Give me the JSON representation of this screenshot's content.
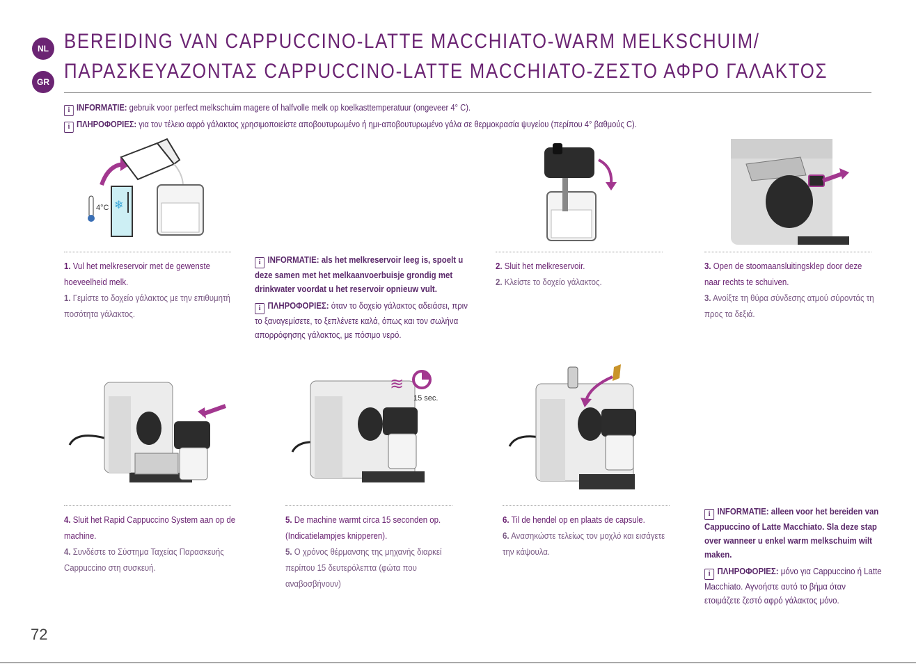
{
  "badges": {
    "nl": "NL",
    "gr": "GR"
  },
  "title": {
    "nl": "BEREIDING VAN CAPPUCCINO-LATTE MACCHIATO-WARM MELKSCHUIM/",
    "gr": "ΠΑΡΑΣΚΕΥΑΖΟΝΤΑΣ CAPPUCCINO-LATTE MACCHIATO-ΖΕΣΤΟ ΑΦΡΟ ΓΑΛΑΚΤΟΣ"
  },
  "info_icon": "i",
  "info_top": {
    "nl_label": "INFORMATIE:",
    "nl_text": " gebruik voor perfect melkschuim magere of halfvolle melk op koelkasttemperatuur (ongeveer 4° C).",
    "gr_label": "ΠΛΗΡΟΦΟΡΙΕΣ:",
    "gr_text": " για τον τέλειο αφρό γάλακτος χρησιμοποιείστε αποβουτυρωμένο ή ημι-αποβουτυρωμένο γάλα σε θερμοκρασία ψυγείου (περίπου 4° βαθμούς C)."
  },
  "illus_labels": {
    "temp": "4°C",
    "seconds": "15 sec."
  },
  "steps": [
    {
      "num_nl": "1.",
      "nl": " Vul het melkreservoir met de gewenste hoeveelheid melk.",
      "num_gr": "1.",
      "gr": " Γεμίστε το δοχείο γάλακτος με την επιθυμητή ποσότητα γάλακτος."
    },
    {
      "num_nl": "2.",
      "nl": " Sluit het melkreservoir.",
      "num_gr": "2.",
      "gr": " Κλείστε το δοχείο γάλακτος."
    },
    {
      "num_nl": "3.",
      "nl": " Open de stoomaansluitingsklep door deze naar rechts te schuiven.",
      "num_gr": "3.",
      "gr": " Ανοίξτε τη θύρα σύνδεσης ατμού σύροντάς τη προς τα δεξιά."
    },
    {
      "num_nl": "4.",
      "nl": " Sluit het Rapid Cappuccino System aan op de machine.",
      "num_gr": "4.",
      "gr": " Συνδέστε το Σύστημα Ταχείας Παρασκευής Cappuccino στη συσκευή."
    },
    {
      "num_nl": "5.",
      "nl": " De machine warmt circa 15 seconden op. (Indicatielampjes knipperen).",
      "num_gr": "5.",
      "gr": " Ο χρόνος θέρμανσης της μηχανής διαρκεί περίπου 15 δευτερόλεπτα (φώτα που αναβοσβήνουν)"
    },
    {
      "num_nl": "6.",
      "nl": " Til de hendel op en plaats de capsule.",
      "num_gr": "6.",
      "gr": " Ανασηκώστε τελείως τον μοχλό και εισάγετε την κάψουλα."
    }
  ],
  "info_mid": {
    "nl_label": "INFORMATIE:",
    "nl_text": " als het melkreservoir leeg is, spoelt u deze samen met het melkaanvoerbuisje grondig met drinkwater voordat u het reservoir opnieuw vult.",
    "gr_label": "ΠΛΗΡΟΦΟΡΙΕΣ:",
    "gr_text": " όταν το δοχείο γάλακτος αδειάσει, πριν το ξαναγεμίσετε, το ξεπλένετε καλά, όπως και τον σωλήνα απορρόφησης γάλακτος, με πόσιμο νερό."
  },
  "info_bottom": {
    "nl_label": "INFORMATIE:",
    "nl_text": " alleen voor het bereiden van Cappuccino of Latte Macchiato. Sla deze stap over wanneer u enkel warm melkschuim wilt maken.",
    "gr_label": "ΠΛΗΡΟΦΟΡΙΕΣ:",
    "gr_text": " μόνο για Cappuccino ή Latte Macchiato. Αγνοήστε αυτό το βήμα όταν ετοιμάζετε ζεστό αφρό γάλακτος μόνο."
  },
  "page_number": "72",
  "colors": {
    "accent": "#6b2473",
    "arrow": "#a2378f"
  }
}
